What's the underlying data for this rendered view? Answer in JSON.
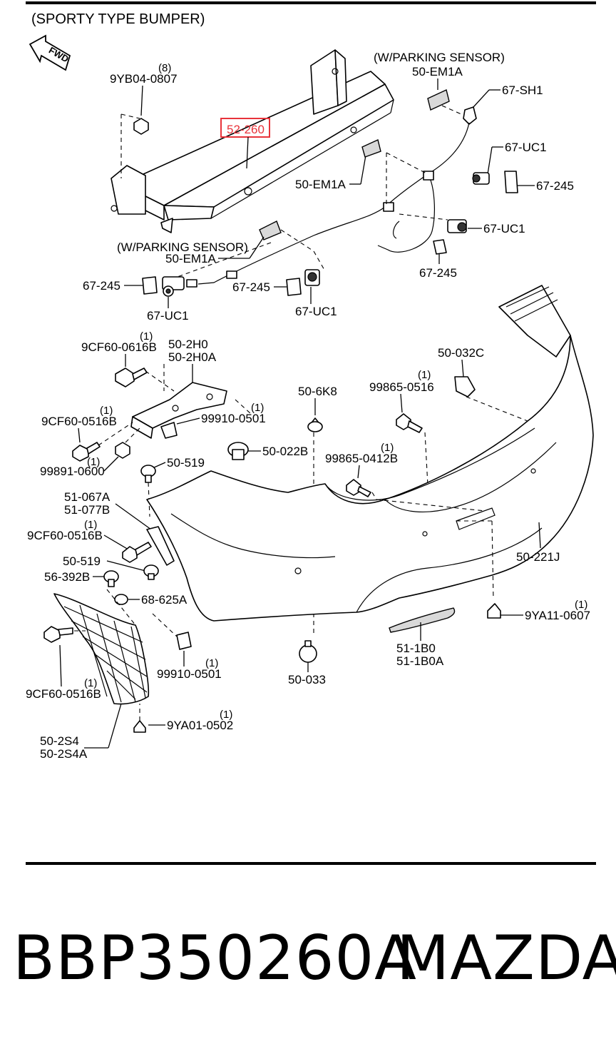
{
  "diagram": {
    "title": "(SPORTY TYPE BUMPER)",
    "direction_label": "FWD",
    "highlighted_part": "52-260",
    "sensor_note": "(W/PARKING SENSOR)",
    "labels": {
      "qty_8": "(8)",
      "p_9yb04": "9YB04-0807",
      "p_em1a_top": "50-EM1A",
      "p_67sh1": "67-SH1",
      "p_67uc1_a": "67-UC1",
      "p_67245_a": "67-245",
      "p_em1a_mid": "50-EM1A",
      "p_67uc1_b": "67-UC1",
      "p_67245_b": "67-245",
      "p_em1a_left": "50-EM1A",
      "p_67245_c": "67-245",
      "p_67uc1_c": "67-UC1",
      "p_67245_d": "67-245",
      "p_67uc1_d": "67-UC1",
      "qty_9cf0616": "(1)",
      "p_9cf0616": "9CF60-0616B",
      "p_502h0": "50-2H0",
      "p_502h0a": "50-2H0A",
      "p_50032c": "50-032C",
      "qty_0516": "(1)",
      "p_998650516": "99865-0516",
      "p_506k8": "50-6K8",
      "qty_9cf0516a": "(1)",
      "p_9cf0516a": "9CF60-0516B",
      "qty_99910a": "(1)",
      "p_99910a": "99910-0501",
      "qty_99891": "(1)",
      "p_99891": "99891-0600",
      "p_50022b": "50-022B",
      "qty_04128": "(1)",
      "p_998650412": "99865-0412B",
      "p_50519a": "50-519",
      "p_51067a": "51-067A",
      "p_51077b": "51-077B",
      "qty_9cf0516b": "(1)",
      "p_9cf0516b": "9CF60-0516B",
      "p_50519b": "50-519",
      "p_56392b": "56-392B",
      "p_50221j": "50-221J",
      "p_68625a": "68-625A",
      "qty_9ya11": "(1)",
      "p_9ya11": "9YA11-0607",
      "p_511b0": "51-1B0",
      "p_511b0a": "51-1B0A",
      "qty_99910b": "(1)",
      "p_99910b": "99910-0501",
      "p_50033": "50-033",
      "qty_9cf0516c": "(1)",
      "p_9cf0516c": "9CF60-0516B",
      "qty_9ya01": "(1)",
      "p_9ya01": "9YA01-0502",
      "p_502s4": "50-2S4",
      "p_502s4a": "50-2S4A"
    }
  },
  "footer": {
    "part_number": "BBP350260A",
    "brand": "MAZDA"
  },
  "colors": {
    "highlight_border": "#e8333a",
    "highlight_text": "#e8333a",
    "ink": "#000000"
  }
}
